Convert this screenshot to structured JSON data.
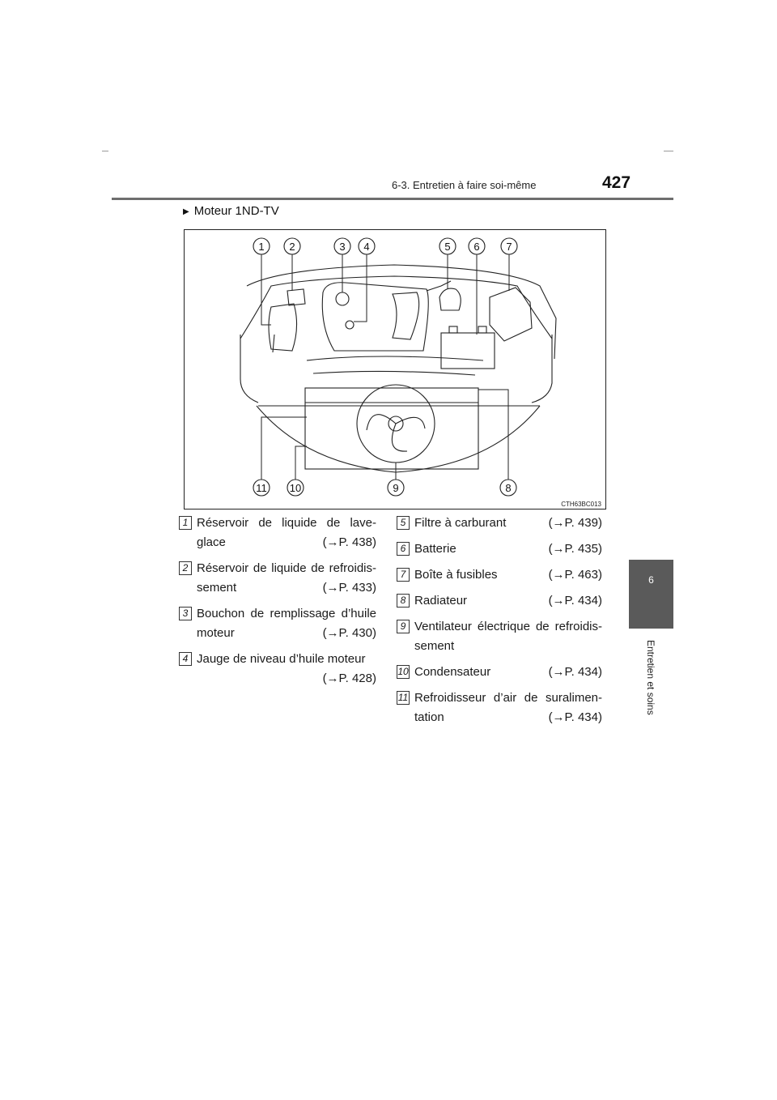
{
  "header": {
    "section": "6-3. Entretien à faire soi-même",
    "page_number": "427"
  },
  "side_tab": {
    "chapter_number": "6",
    "chapter_title": "Entretien et soins"
  },
  "heading": {
    "marker": "▶",
    "text": "Moteur 1ND-TV"
  },
  "figure": {
    "code": "CTH63BC013",
    "callouts": [
      "1",
      "2",
      "3",
      "4",
      "5",
      "6",
      "7",
      "8",
      "9",
      "10",
      "11"
    ]
  },
  "items_left": [
    {
      "num": "1",
      "line1": "Réservoir de liquide de lave-",
      "line2": "glace",
      "ref": "(→P. 438)"
    },
    {
      "num": "2",
      "line1": "Réservoir de liquide de refroidis-",
      "line2": "sement",
      "ref": "(→P. 433)"
    },
    {
      "num": "3",
      "line1": "Bouchon de remplissage d’huile",
      "line2": "moteur",
      "ref": "(→P. 430)"
    },
    {
      "num": "4",
      "line1": "Jauge de niveau d’huile moteur",
      "line2": "",
      "ref": "(→P. 428)"
    }
  ],
  "items_right": [
    {
      "num": "5",
      "label": "Filtre à carburant",
      "ref": "(→P. 439)"
    },
    {
      "num": "6",
      "label": "Batterie",
      "ref": "(→P. 435)"
    },
    {
      "num": "7",
      "label": "Boîte à fusibles",
      "ref": "(→P. 463)"
    },
    {
      "num": "8",
      "label": "Radiateur",
      "ref": "(→P. 434)"
    },
    {
      "num": "9",
      "line1": "Ventilateur électrique de refroidis-",
      "line2": "sement"
    },
    {
      "num": "10",
      "label": "Condensateur",
      "ref": "(→P. 434)"
    },
    {
      "num": "11",
      "line1": "Refroidisseur d’air de suralimen-",
      "line2": "tation",
      "ref": "(→P. 434)"
    }
  ],
  "colors": {
    "side_tab": "#5a5a5a",
    "rule": "#6e6e6e",
    "drawing": "#222222"
  }
}
